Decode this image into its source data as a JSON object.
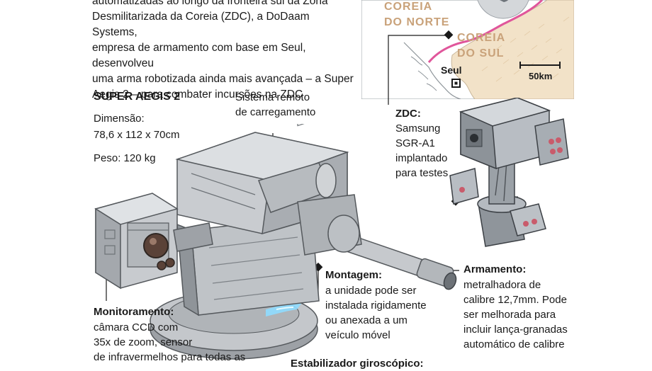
{
  "intro_text": "automatizadas ao longo da fronteira sul da Zona\nDesmilitarizada da Coreia (ZDC), a DoDaam Systems,\nempresa de armamento com base em Seul, desenvolveu\numa arma robotizada ainda mais avançada – a Super\nAegis 2 – para combater incursões na ZDC",
  "map": {
    "north_label": "COREIA\nDO NORTE",
    "south_label": "COREIA\nDO SUL",
    "city_label": "Seul",
    "scale_label": "50km"
  },
  "specs": {
    "title": "SUPER AEGIS 2",
    "dimension_label": "Dimensão:",
    "dimension_value": "78,6 x 112 x 70cm",
    "weight": "Peso: 120 kg"
  },
  "callouts": {
    "remote_loading": "Sistema remoto\nde carregamento",
    "zdc_title": "ZDC:",
    "zdc_text": "Samsung\nSGR-A1\nimplantado\npara testes",
    "mounting_title": "Montagem:",
    "mounting_text": "a unidade pode ser\ninstalada rigidamente\nou anexada a um\nveículo móvel",
    "armament_title": "Armamento:",
    "armament_text": "metralhadora de\ncalibre 12,7mm. Pode\nser melhorada para\nincluir lança-granadas\nautomático de calibre",
    "monitoring_title": "Monitoramento:",
    "monitoring_text": "câmara CCD com\n35x de zoom, sensor\nde infravermelhos para todas as",
    "stabilizer_title": "Estabilizador giroscópico:"
  },
  "colors": {
    "map_north": "#ffffff",
    "map_south": "#f2e2c8",
    "border_line": "#e0569b",
    "machine_gray": "#b9bcc0",
    "machine_dark": "#7d8287",
    "glow_blue": "#8fdcff"
  }
}
